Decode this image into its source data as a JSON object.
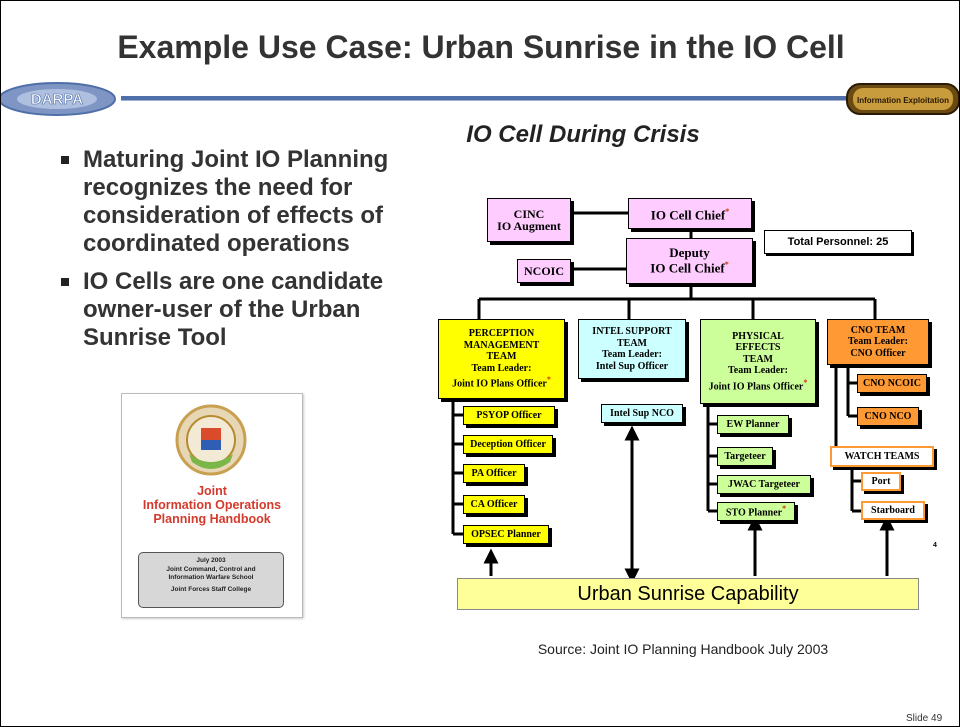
{
  "slide": {
    "title": "Example Use Case: Urban Sunrise in the IO Cell",
    "slide_number": "Slide 49",
    "logos": {
      "left": "DARPA",
      "right_text": "Information Exploitation"
    }
  },
  "bullets": [
    "Maturing Joint IO Planning recognizes the need for consideration of effects of coordinated operations",
    "IO Cells are one candidate owner-user of the Urban Sunrise Tool"
  ],
  "handbook": {
    "title_line1": "Joint",
    "title_line2": "Information Operations",
    "title_line3": "Planning Handbook",
    "box_line1": "July 2003",
    "box_line2": "Joint Command, Control and",
    "box_line3": "Information Warfare School",
    "box_line4": "Joint Forces Staff College"
  },
  "org": {
    "title": "IO Cell During Crisis",
    "total_personnel": "Total Personnel: 25",
    "star": "*",
    "cinc_line1": "CINC",
    "cinc_line2": "IO Augment",
    "chief": "IO Cell Chief",
    "deputy_line1": "Deputy",
    "deputy_line2": "IO Cell Chief",
    "ncoic": "NCOIC",
    "perception": [
      "PERCEPTION",
      "MANAGEMENT",
      "TEAM",
      "Team Leader:",
      "Joint IO Plans Officer"
    ],
    "perception_members": [
      "PSYOP Officer",
      "Deception Officer",
      "PA Officer",
      "CA Officer",
      "OPSEC Planner"
    ],
    "intel": [
      "INTEL SUPPORT",
      "TEAM",
      "Team Leader:",
      "Intel Sup Officer"
    ],
    "intel_members": [
      "Intel Sup NCO"
    ],
    "physical": [
      "PHYSICAL",
      "EFFECTS",
      "TEAM",
      "Team Leader:",
      "Joint IO Plans Officer"
    ],
    "physical_members": [
      "EW Planner",
      "Targeteer",
      "JWAC Targeteer",
      "STO Planner"
    ],
    "cno": [
      "CNO TEAM",
      "Team Leader:",
      "CNO Officer"
    ],
    "cno_members": [
      "CNO NCOIC",
      "CNO NCO"
    ],
    "watch": "WATCH TEAMS",
    "watch_members": [
      "Port",
      "Starboard"
    ],
    "page_mark": "4",
    "capability": "Urban Sunrise Capability",
    "source": "Source: Joint IO Planning Handbook July 2003"
  },
  "colors": {
    "accent_line": "#4f6fa8",
    "pink": "#ffccff",
    "yellow": "#ffff00",
    "light_blue": "#ccffff",
    "green": "#ccff99",
    "orange": "#ff9933",
    "capability": "#ffff99"
  }
}
